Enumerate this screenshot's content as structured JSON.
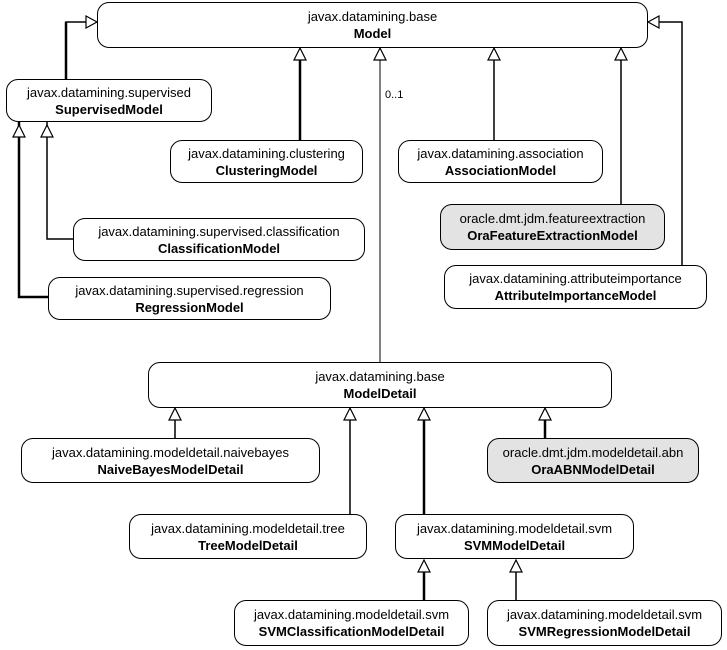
{
  "nodes": {
    "model": {
      "package": "javax.datamining.base",
      "name": "Model"
    },
    "supervised_model": {
      "package": "javax.datamining.supervised",
      "name": "SupervisedModel"
    },
    "clustering_model": {
      "package": "javax.datamining.clustering",
      "name": "ClusteringModel"
    },
    "association_model": {
      "package": "javax.datamining.association",
      "name": "AssociationModel"
    },
    "ora_feature_extraction_model": {
      "package": "oracle.dmt.jdm.featureextraction",
      "name": "OraFeatureExtractionModel"
    },
    "classification_model": {
      "package": "javax.datamining.supervised.classification",
      "name": "ClassificationModel"
    },
    "attribute_importance_model": {
      "package": "javax.datamining.attributeimportance",
      "name": "AttributeImportanceModel"
    },
    "regression_model": {
      "package": "javax.datamining.supervised.regression",
      "name": "RegressionModel"
    },
    "model_detail": {
      "package": "javax.datamining.base",
      "name": "ModelDetail"
    },
    "naive_bayes_model_detail": {
      "package": "javax.datamining.modeldetail.naivebayes",
      "name": "NaiveBayesModelDetail"
    },
    "ora_abn_model_detail": {
      "package": "oracle.dmt.jdm.modeldetail.abn",
      "name": "OraABNModelDetail"
    },
    "tree_model_detail": {
      "package": "javax.datamining.modeldetail.tree",
      "name": "TreeModelDetail"
    },
    "svm_model_detail": {
      "package": "javax.datamining.modeldetail.svm",
      "name": "SVMModelDetail"
    },
    "svm_classification_model_detail": {
      "package": "javax.datamining.modeldetail.svm",
      "name": "SVMClassificationModelDetail"
    },
    "svm_regression_model_detail": {
      "package": "javax.datamining.modeldetail.svm",
      "name": "SVMRegressionModelDetail"
    }
  },
  "multiplicity_label": "0..1",
  "colors": {
    "line": "#000000",
    "box_fill": "#ffffff",
    "oracle_fill": "#e3e3e3"
  }
}
